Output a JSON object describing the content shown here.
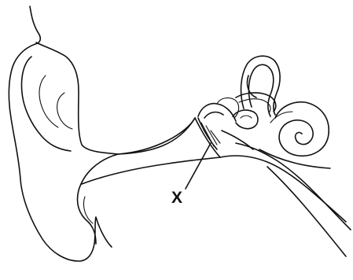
{
  "labels": {
    "x_marker": "X"
  },
  "structures": [
    {
      "name": "outer-ear",
      "label": ""
    },
    {
      "name": "ear-canal",
      "label": ""
    },
    {
      "name": "eardrum",
      "label": "X"
    },
    {
      "name": "ossicles",
      "label": ""
    },
    {
      "name": "semicircular-canals",
      "label": ""
    },
    {
      "name": "cochlea",
      "label": ""
    },
    {
      "name": "auditory-nerve",
      "label": ""
    }
  ]
}
